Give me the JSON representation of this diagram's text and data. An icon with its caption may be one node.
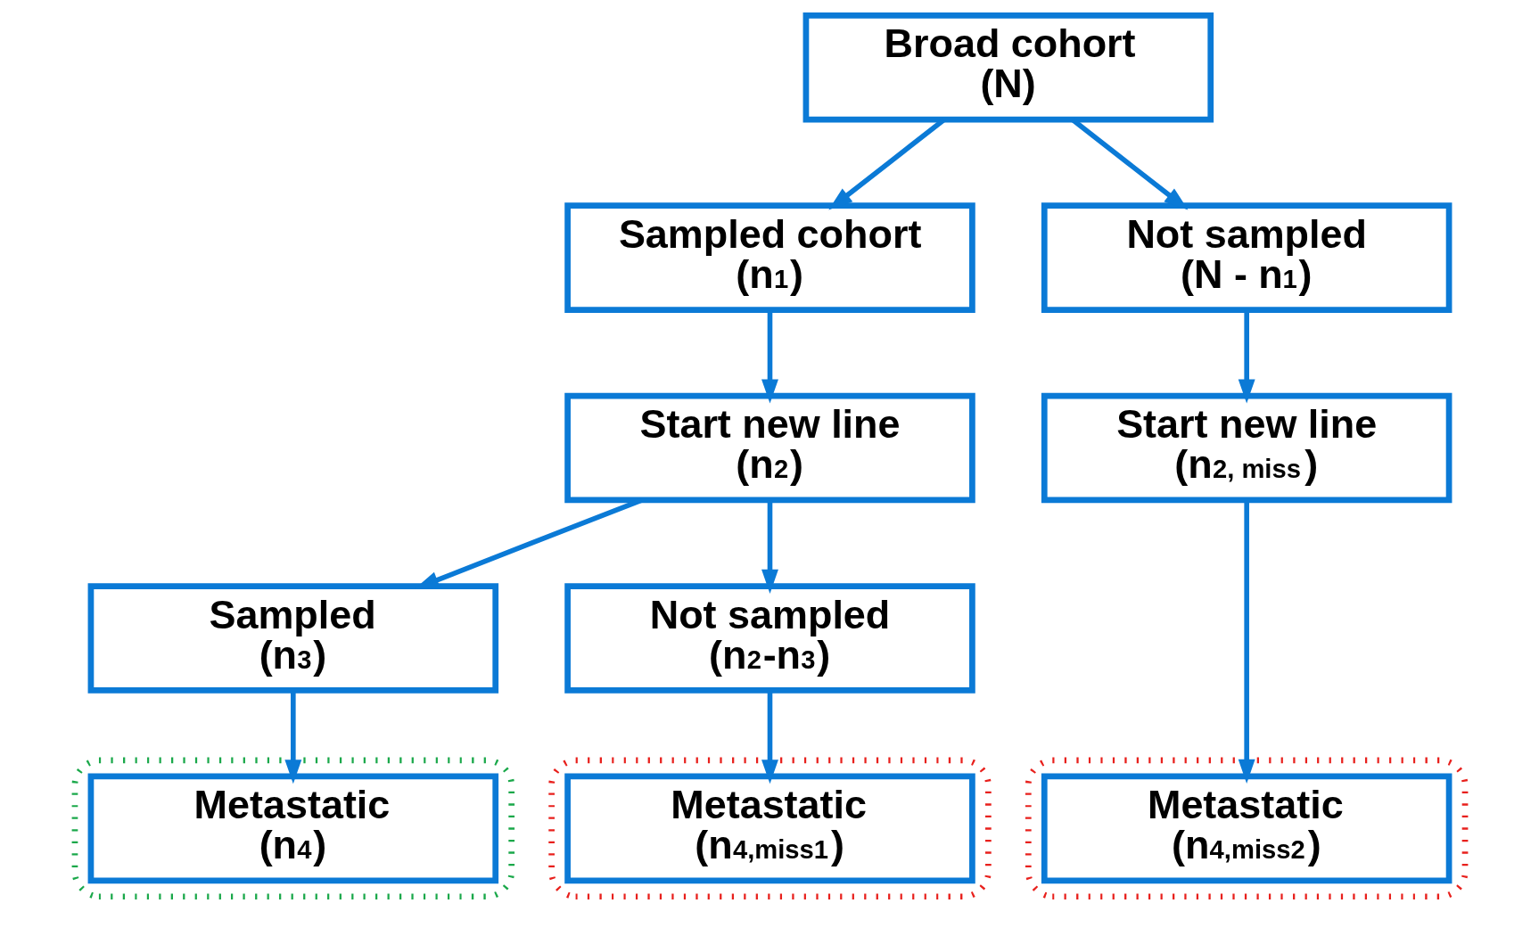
{
  "diagram": {
    "nodes": [
      {
        "text": [
          "Broad cohort",
          "(N)"
        ]
      },
      {
        "text": [
          "Sampled cohort",
          "(n$_{1}$)"
        ]
      },
      {
        "text": [
          "Not sampled",
          "(N - n$_{1}$)"
        ]
      },
      {
        "text": [
          "Start new line",
          "(n$_{2}$)"
        ]
      },
      {
        "text": [
          "Start new line",
          "(n$_{2, miss}$)"
        ]
      },
      {
        "text": [
          "Sampled",
          "(n$_{3}$)"
        ]
      },
      {
        "text": [
          "Not sampled",
          "(n$_{2}$-n$_{3}$)"
        ]
      },
      {
        "text": [],
        "shape": "ellipse"
      },
      {
        "text": [
          "Metastatic",
          "(n$_{4}$)"
        ],
        "in": 7
      },
      {
        "text": [],
        "shape": "ellipse"
      },
      {
        "text": [
          "Metastatic",
          "(n$_{4,miss1}$)"
        ],
        "in": 9
      },
      {
        "text": [],
        "shape": "ellipse"
      },
      {
        "text": [
          "Metastatic",
          "(n$_{4,miss2}$)"
        ],
        "in": 11
      }
    ],
    "edges": [
      {
        "from": 0,
        "to": 1,
        "arrow": "to"
      },
      {
        "from": 0,
        "to": 2,
        "arrow": "to"
      },
      {
        "from": 1,
        "to": 3,
        "arrow": "to"
      },
      {
        "from": 2,
        "to": 4,
        "arrow": "to"
      },
      {
        "from": 3,
        "to": 5,
        "arrow": "to"
      },
      {
        "from": 3,
        "to": 6,
        "arrow": "to"
      },
      {
        "from": 5,
        "to": 8,
        "arrow": "to"
      },
      {
        "from": 6,
        "to": 10,
        "arrow": "to"
      },
      {
        "from": 4,
        "to": 12,
        "arrow": "to"
      }
    ]
  }
}
